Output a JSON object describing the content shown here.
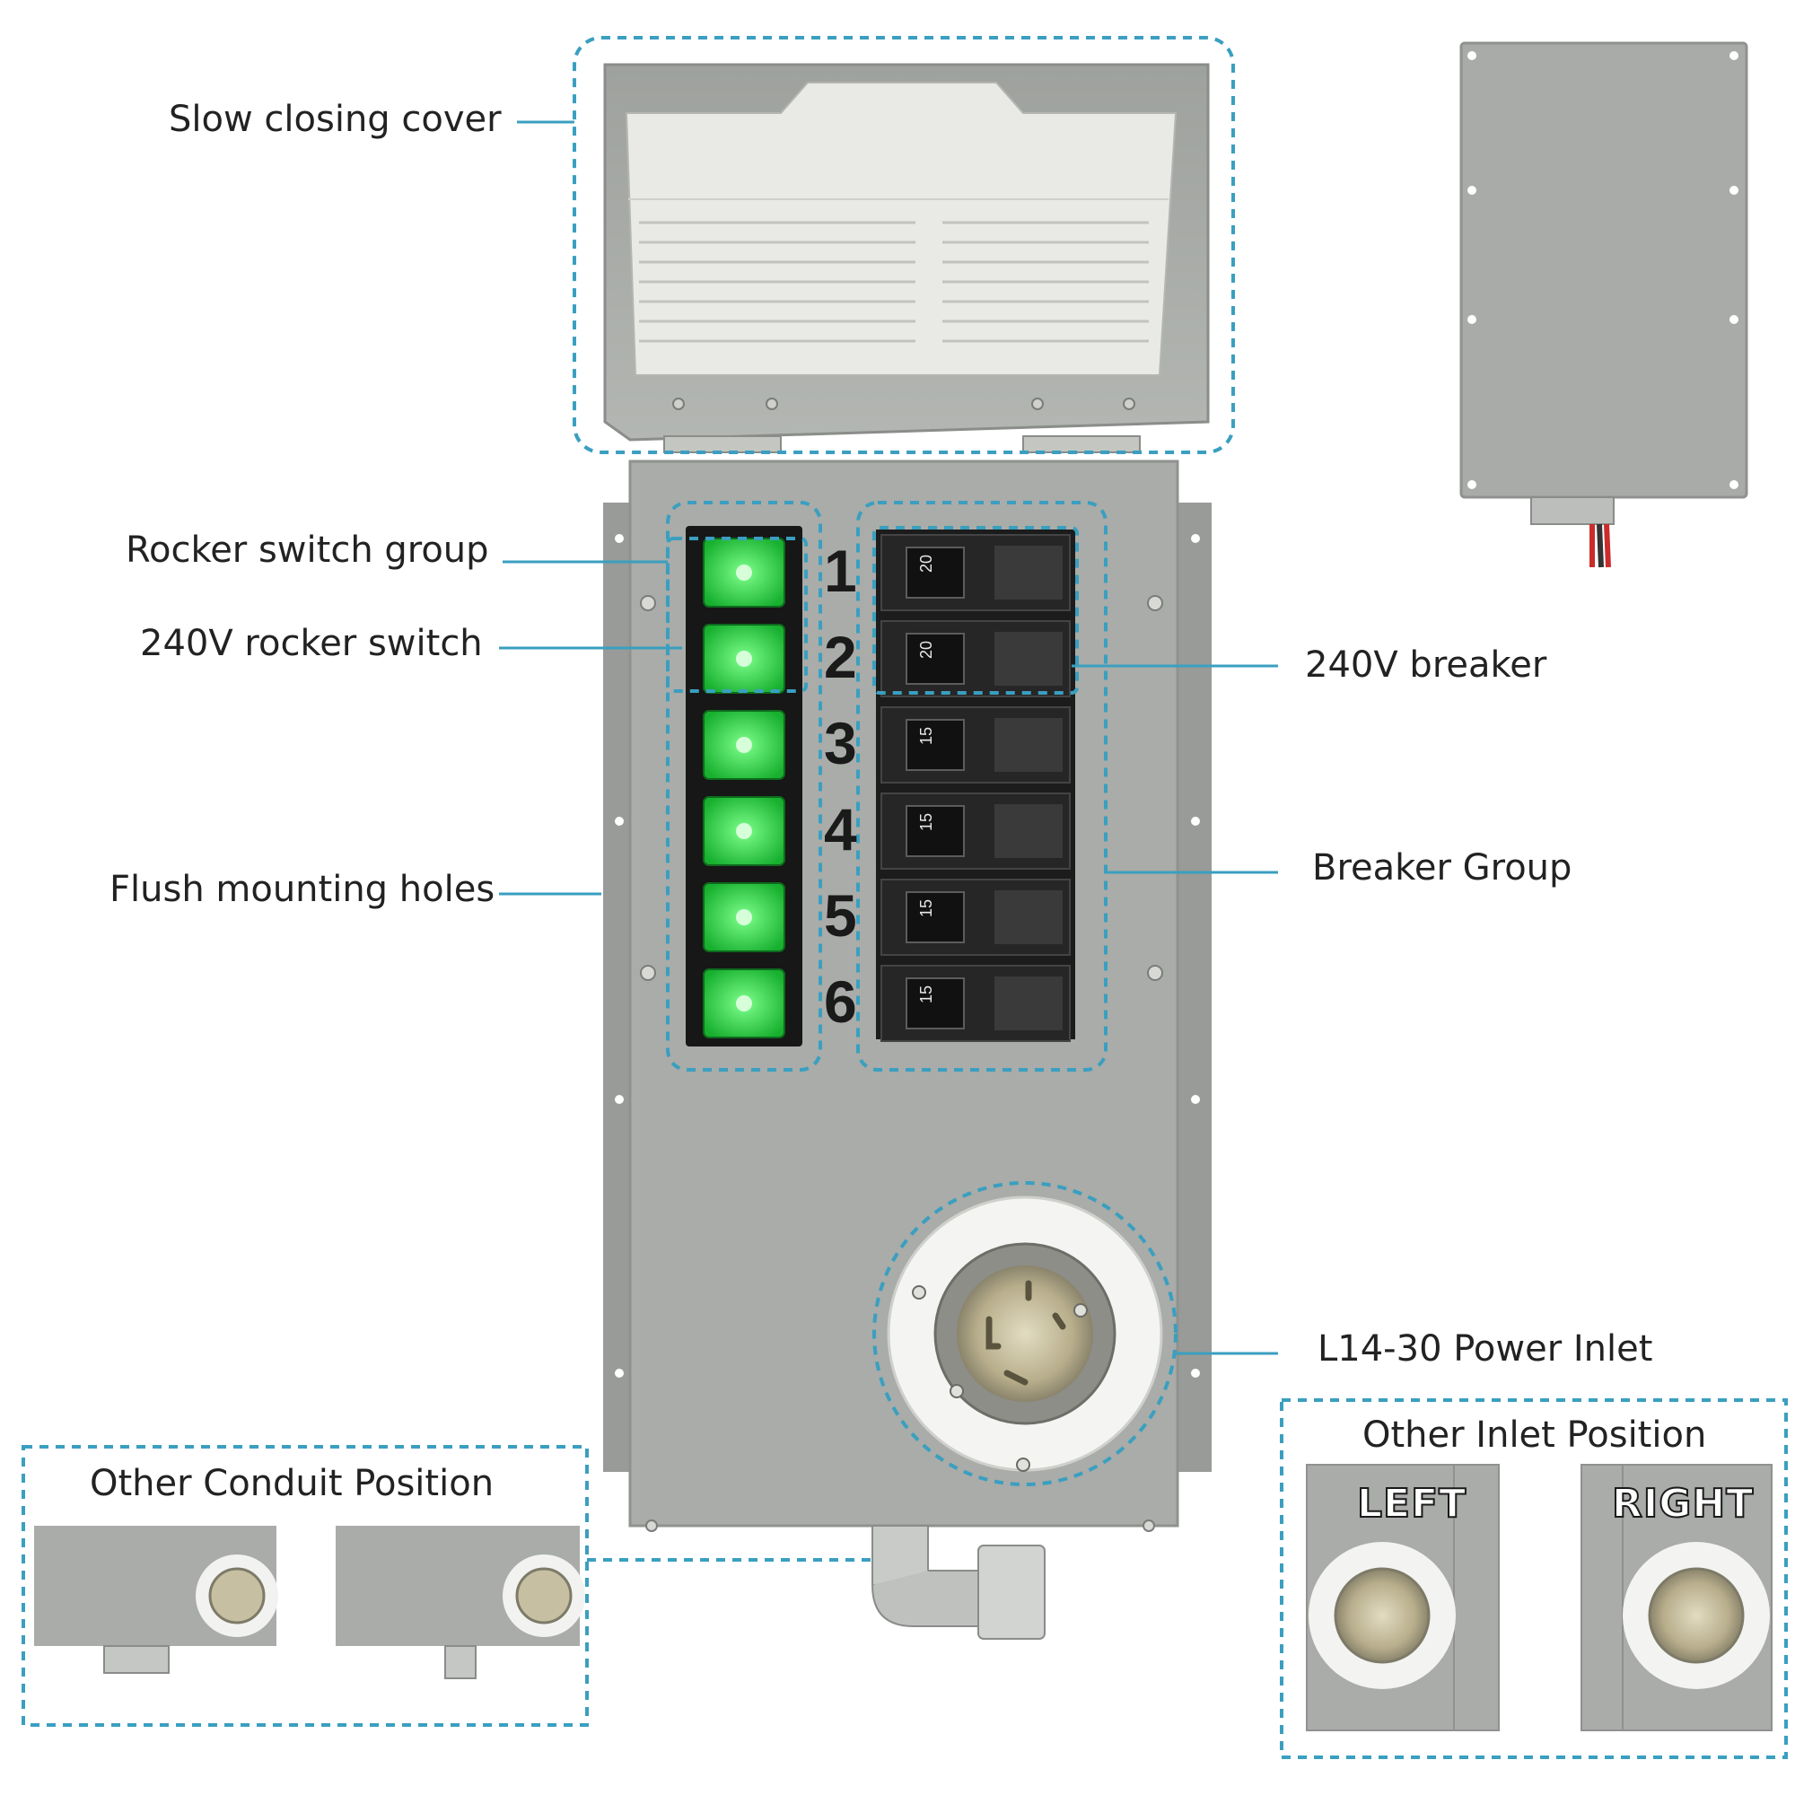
{
  "callouts": {
    "slow_closing_cover": "Slow closing cover",
    "rocker_switch_group": "Rocker switch group",
    "rocker_switch_240v": "240V rocker switch",
    "flush_mounting_holes": "Flush mounting holes",
    "breaker_240v": "240V breaker",
    "breaker_group": "Breaker Group",
    "power_inlet": "L14-30 Power Inlet"
  },
  "circuits": [
    "1",
    "2",
    "3",
    "4",
    "5",
    "6"
  ],
  "breaker_ratings": [
    "20",
    "20",
    "15",
    "15",
    "15",
    "15"
  ],
  "insets": {
    "conduit_title": "Other Conduit Position",
    "inlet_title": "Other Inlet Position",
    "inlet_left": "LEFT",
    "inlet_right": "RIGHT"
  },
  "colors": {
    "callout_dash": "#3a9fc0",
    "panel_gray": "#a7aaa6",
    "switch_green": "#2ee84a",
    "breaker_black": "#222222"
  }
}
